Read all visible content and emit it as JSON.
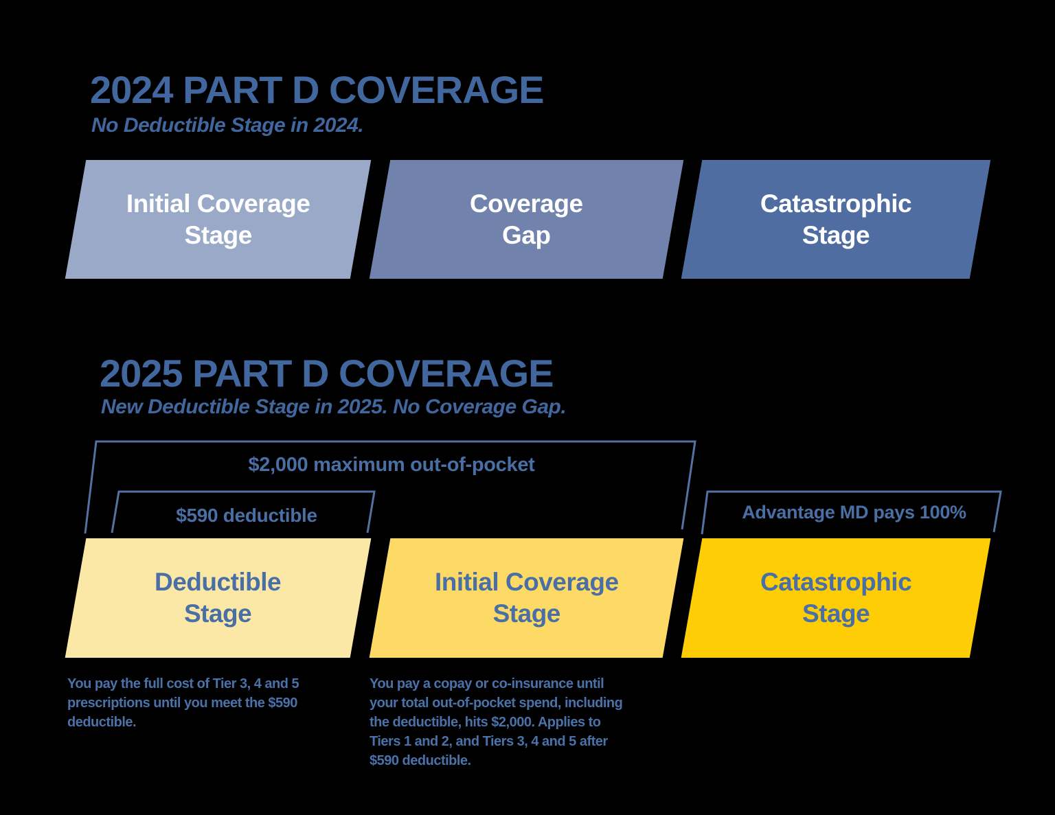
{
  "colors": {
    "background": "#000000",
    "title_text": "#41679e",
    "bracket_line": "#5372a3",
    "accent_text": "#4a6fa5",
    "stage_text_2024": "#ffffff",
    "stage_text_2025": "#4a6fa5"
  },
  "s2024": {
    "title": "2024 PART D COVERAGE",
    "subtitle": "No Deductible Stage in 2024.",
    "stages": [
      {
        "label": "Initial Coverage\nStage",
        "color": "#99a9c7",
        "text_color": "#ffffff"
      },
      {
        "label": "Coverage\nGap",
        "color": "#7183ad",
        "text_color": "#ffffff"
      },
      {
        "label": "Catastrophic\nStage",
        "color": "#4f6da1",
        "text_color": "#ffffff"
      }
    ]
  },
  "s2025": {
    "title": "2025 PART D COVERAGE",
    "subtitle": "New Deductible Stage in 2025. No Coverage Gap.",
    "brackets": {
      "moop": "$2,000 maximum out-of-pocket",
      "deductible": "$590 deductible",
      "catastrophic": "Advantage MD pays 100%"
    },
    "stages": [
      {
        "label": "Deductible\nStage",
        "color": "#fbe7a6",
        "text_color": "#4a6fa5"
      },
      {
        "label": "Initial Coverage\nStage",
        "color": "#fdd965",
        "text_color": "#4a6fa5"
      },
      {
        "label": "Catastrophic\nStage",
        "color": "#ffcd05",
        "text_color": "#4a6fa5"
      }
    ],
    "notes": [
      "You pay the full cost of Tier 3, 4 and 5\nprescriptions until you meet the $590\ndeductible.",
      "You pay a copay or co-insurance until\nyour total out-of-pocket spend, including\nthe deductible, hits $2,000. Applies to\nTiers 1 and 2, and Tiers 3, 4 and 5 after\n$590 deductible."
    ]
  }
}
